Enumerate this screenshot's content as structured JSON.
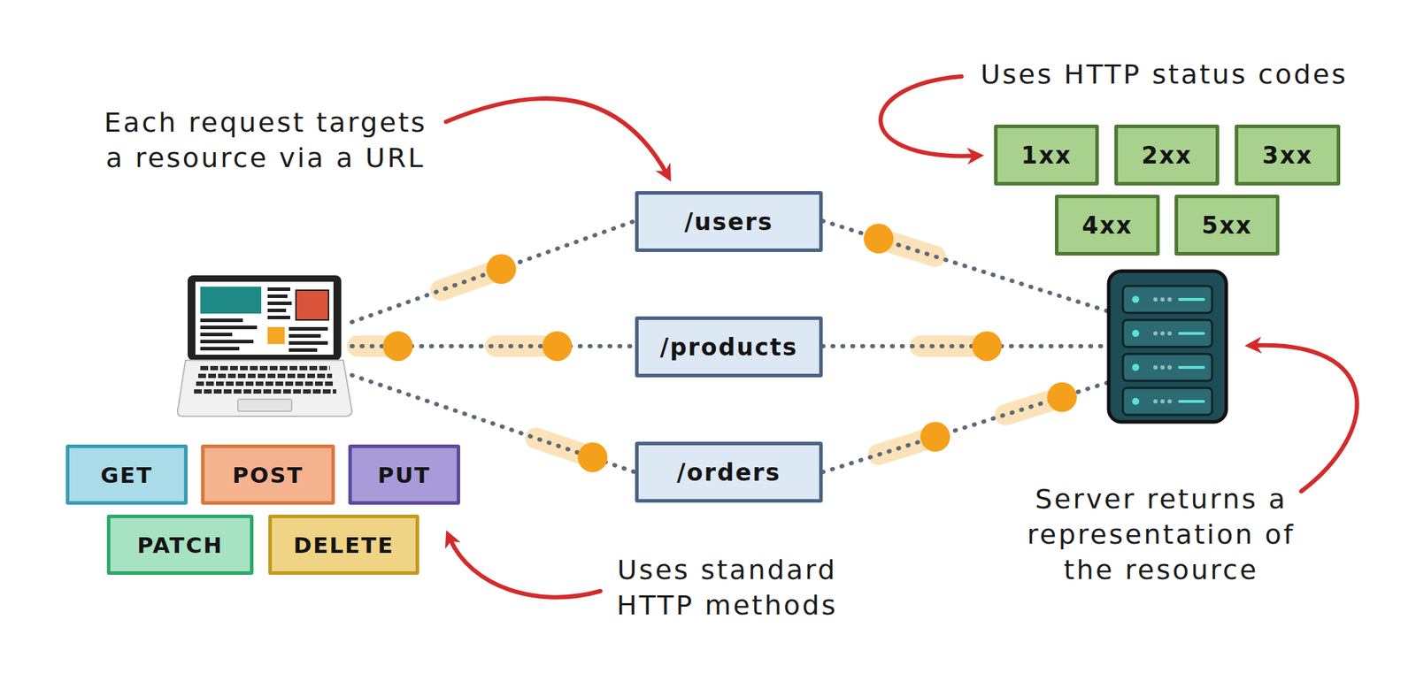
{
  "diagram": {
    "nodes": [
      {
        "text": [
          "/users"
        ]
      },
      {
        "text": [
          "/products"
        ]
      },
      {
        "text": [
          "/orders"
        ]
      },
      {
        "text": [
          "1xx"
        ]
      },
      {
        "text": [
          "2xx"
        ]
      },
      {
        "text": [
          "3xx"
        ]
      },
      {
        "text": [
          "4xx"
        ]
      },
      {
        "text": [
          "5xx"
        ]
      },
      {
        "text": [
          "GET"
        ]
      },
      {
        "text": [
          "POST"
        ]
      },
      {
        "text": [
          "PUT"
        ]
      },
      {
        "text": [
          "PATCH"
        ]
      },
      {
        "text": [
          "DELETE"
        ]
      }
    ],
    "labels": [
      "Uses HTTP status codes",
      "Each request targets a resource via a URL",
      "Server returns a representation of the resource",
      "Uses standard HTTP methods"
    ]
  }
}
